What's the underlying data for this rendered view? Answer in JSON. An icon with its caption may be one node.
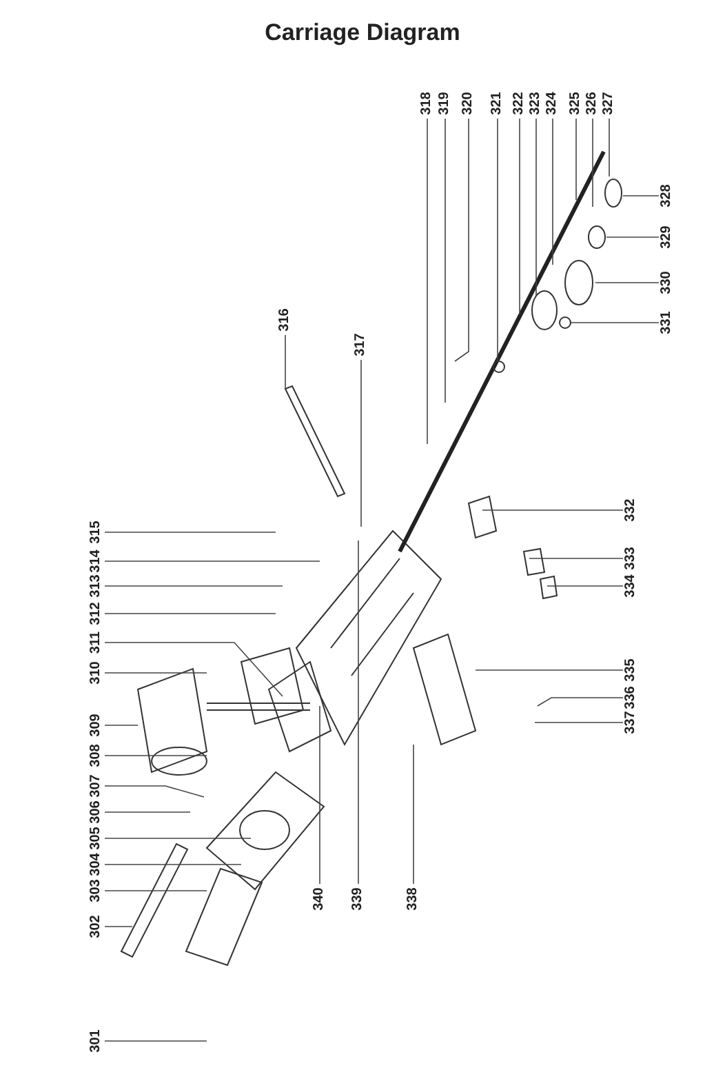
{
  "diagram": {
    "title": "Carriage Diagram",
    "nodes": [
      {
        "text": [
          "301"
        ]
      },
      {
        "text": [
          "302"
        ]
      },
      {
        "text": [
          "303"
        ]
      },
      {
        "text": [
          "304"
        ]
      },
      {
        "text": [
          "305"
        ]
      },
      {
        "text": [
          "306"
        ]
      },
      {
        "text": [
          "307"
        ]
      },
      {
        "text": [
          "308"
        ]
      },
      {
        "text": [
          "309"
        ]
      },
      {
        "text": [
          "310"
        ]
      },
      {
        "text": [
          "311"
        ]
      },
      {
        "text": [
          "312"
        ]
      },
      {
        "text": [
          "313"
        ]
      },
      {
        "text": [
          "314"
        ]
      },
      {
        "text": [
          "315"
        ]
      },
      {
        "text": [
          "316"
        ]
      },
      {
        "text": [
          "317"
        ]
      },
      {
        "text": [
          "318"
        ]
      },
      {
        "text": [
          "319"
        ]
      },
      {
        "text": [
          "320"
        ]
      },
      {
        "text": [
          "321"
        ]
      },
      {
        "text": [
          "322"
        ]
      },
      {
        "text": [
          "323"
        ]
      },
      {
        "text": [
          "324"
        ]
      },
      {
        "text": [
          "325"
        ]
      },
      {
        "text": [
          "326"
        ]
      },
      {
        "text": [
          "327"
        ]
      },
      {
        "text": [
          "328"
        ]
      },
      {
        "text": [
          "329"
        ]
      },
      {
        "text": [
          "330"
        ]
      },
      {
        "text": [
          "331"
        ]
      },
      {
        "text": [
          "332"
        ]
      },
      {
        "text": [
          "333"
        ]
      },
      {
        "text": [
          "334"
        ]
      },
      {
        "text": [
          "335"
        ]
      },
      {
        "text": [
          "336"
        ]
      },
      {
        "text": [
          "337"
        ]
      },
      {
        "text": [
          "338"
        ]
      },
      {
        "text": [
          "339"
        ]
      },
      {
        "text": [
          "340"
        ]
      }
    ],
    "edges": [
      {
        "from": 0,
        "to": null,
        "arrow": "none"
      },
      {
        "from": 1,
        "to": null,
        "arrow": "none"
      },
      {
        "from": 2,
        "to": null,
        "arrow": "none"
      },
      {
        "from": 3,
        "to": null,
        "arrow": "none"
      },
      {
        "from": 4,
        "to": null,
        "arrow": "none"
      },
      {
        "from": 5,
        "to": null,
        "arrow": "none"
      },
      {
        "from": 6,
        "to": null,
        "arrow": "none"
      },
      {
        "from": 7,
        "to": null,
        "arrow": "none"
      },
      {
        "from": 8,
        "to": null,
        "arrow": "none"
      },
      {
        "from": 9,
        "to": null,
        "arrow": "none"
      },
      {
        "from": 10,
        "to": null,
        "arrow": "none"
      },
      {
        "from": 11,
        "to": null,
        "arrow": "none"
      },
      {
        "from": 12,
        "to": null,
        "arrow": "none"
      },
      {
        "from": 13,
        "to": null,
        "arrow": "none"
      },
      {
        "from": 14,
        "to": null,
        "arrow": "none"
      },
      {
        "from": 15,
        "to": null,
        "arrow": "none"
      },
      {
        "from": 16,
        "to": null,
        "arrow": "none"
      },
      {
        "from": 17,
        "to": null,
        "arrow": "none"
      },
      {
        "from": 18,
        "to": null,
        "arrow": "none"
      },
      {
        "from": 19,
        "to": null,
        "arrow": "none"
      },
      {
        "from": 20,
        "to": null,
        "arrow": "none"
      },
      {
        "from": 21,
        "to": null,
        "arrow": "none"
      },
      {
        "from": 22,
        "to": null,
        "arrow": "none"
      },
      {
        "from": 23,
        "to": null,
        "arrow": "none"
      },
      {
        "from": 24,
        "to": null,
        "arrow": "none"
      },
      {
        "from": 25,
        "to": null,
        "arrow": "none"
      },
      {
        "from": 26,
        "to": null,
        "arrow": "none"
      },
      {
        "from": 27,
        "to": null,
        "arrow": "none"
      },
      {
        "from": 28,
        "to": null,
        "arrow": "none"
      },
      {
        "from": 29,
        "to": null,
        "arrow": "none"
      },
      {
        "from": 30,
        "to": null,
        "arrow": "none"
      },
      {
        "from": 31,
        "to": null,
        "arrow": "none"
      },
      {
        "from": 32,
        "to": null,
        "arrow": "none"
      },
      {
        "from": 33,
        "to": null,
        "arrow": "none"
      },
      {
        "from": 34,
        "to": null,
        "arrow": "none"
      },
      {
        "from": 35,
        "to": null,
        "arrow": "none"
      },
      {
        "from": 36,
        "to": null,
        "arrow": "none"
      },
      {
        "from": 37,
        "to": null,
        "arrow": "none"
      },
      {
        "from": 38,
        "to": null,
        "arrow": "none"
      },
      {
        "from": 39,
        "to": null,
        "arrow": "none"
      }
    ]
  }
}
